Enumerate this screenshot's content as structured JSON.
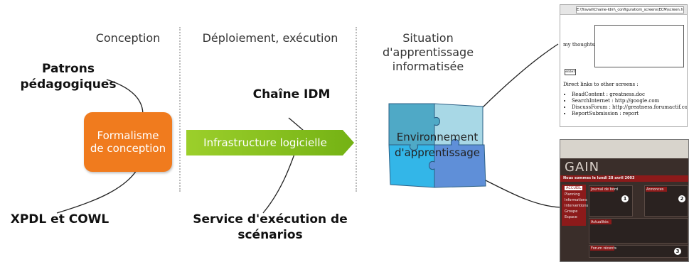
{
  "columns": {
    "conception": "Conception",
    "deployment": "Déploiement, exécution",
    "situation": "Situation d'apprentissage informatisée"
  },
  "labels": {
    "patrons": "Patrons pédagogiques",
    "xpdl": "XPDL et COWL",
    "chaine": "Chaîne IDM",
    "service": "Service d'exécution de scénarios"
  },
  "formalism": {
    "line1": "Formalisme",
    "line2": "de conception"
  },
  "infrastructure": "Infrastructure logicielle",
  "environment": "Environnement d'apprentissage",
  "colors": {
    "formalism": "#f07b1e",
    "arrow": "#84bf1a",
    "puzzle_tl": "#4fa9c6",
    "puzzle_tr": "#a8d8e6",
    "puzzle_bl": "#33b6e8",
    "puzzle_br": "#5f8fd8"
  },
  "screenshot1": {
    "address": "E:\\Travail\\Chaine-Idm\\_configuration\\_screens\\ECM\\screen.html",
    "prompt": "my thoughts :",
    "button": "enter",
    "links_heading": "Direct links to other screens :",
    "links": [
      "ReadContent : greatness.doc",
      "SearchInternet : http://google.com",
      "DiscussForum : http://greatness.forumactif.com",
      "ReportSubmission : report"
    ]
  },
  "screenshot2": {
    "logo": "GAIN",
    "date": "Nous sommes le lundi 28 avril 2003",
    "menu": [
      "ACCUEIL",
      "Planning",
      "Informations",
      "Interventions",
      "Groupe",
      "Espace"
    ],
    "panel1_title": "Journal de bord",
    "panel2_title": "Annonces",
    "actualites": "Actualités",
    "forum": "Forum récents"
  }
}
